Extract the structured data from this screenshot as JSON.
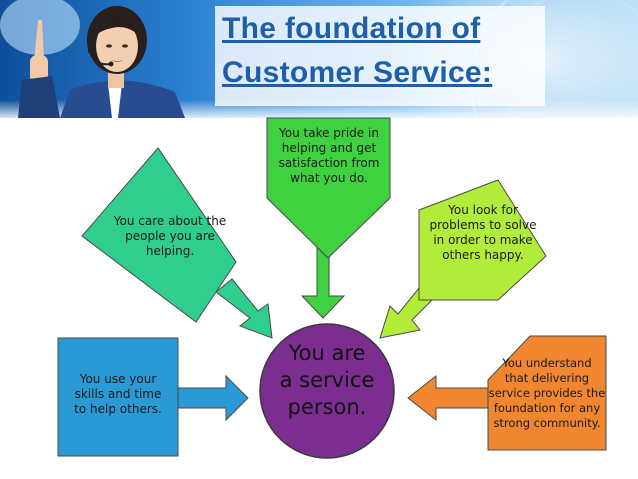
{
  "title": {
    "line1": "The foundation of ",
    "line2": "Customer Service:"
  },
  "center": {
    "line1": "You are",
    "line2": "a service",
    "line3": "person.",
    "color": "#7b2e8f"
  },
  "nodes": {
    "top": {
      "lines": [
        "You take pride in",
        "helping and get",
        "satisfaction from",
        "what you do."
      ],
      "color": "#3fd13f"
    },
    "upper_left": {
      "lines": [
        "You care about the",
        "people you are",
        "helping."
      ],
      "color": "#2fce8c"
    },
    "upper_right": {
      "lines": [
        "You look for",
        "problems to solve",
        "in order to make",
        "others happy."
      ],
      "color": "#b2ec3a"
    },
    "left": {
      "lines": [
        "You use your",
        "skills and time",
        "to help others."
      ],
      "color": "#2a9ad4"
    },
    "right": {
      "lines": [
        "You understand",
        "that delivering",
        "service provides the",
        "foundation for any",
        "strong community."
      ],
      "color": "#f0862f"
    }
  }
}
